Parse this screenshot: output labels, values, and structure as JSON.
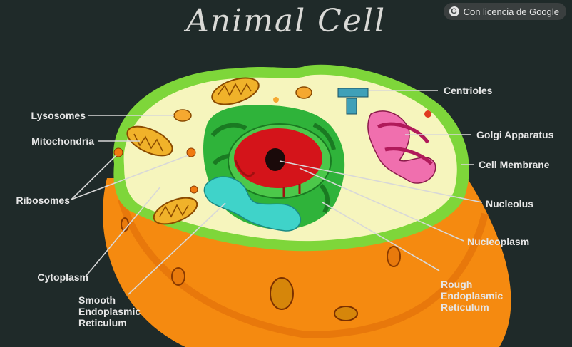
{
  "title": "Animal Cell",
  "badge": {
    "label": "Con licencia de Google",
    "icon": "google-g-icon"
  },
  "labels": {
    "lysosomes": "Lysosomes",
    "mitochondria": "Mitochondria",
    "ribosomes": "Ribosomes",
    "cytoplasm": "Cytoplasm",
    "smooth_er_1": "Smooth",
    "smooth_er_2": "Endoplasmic",
    "smooth_er_3": "Reticulum",
    "centrioles": "Centrioles",
    "golgi": "Golgi Apparatus",
    "cell_membrane": "Cell Membrane",
    "nucleolus": "Nucleolus",
    "nucleoplasm": "Nucleoplasm",
    "rough_er_1": "Rough",
    "rough_er_2": "Endoplasmic",
    "rough_er_3": "Reticulum"
  },
  "colors": {
    "background": "#1f2a29",
    "membrane": "#7ed63a",
    "cytoplasm": "#f6f5bd",
    "cell_side": "#f58a10",
    "nucleus_envelope": "#2fb33a",
    "nucleolus": "#1a0a0a",
    "nucleoplasm": "#d4141a",
    "smooth_er": "#3fd3c9",
    "golgi": "#f06fae",
    "mitochondria": "#f0b22a",
    "lysosome": "#f5a830",
    "ribosome": "#f07a10",
    "centriole": "#3fa0b8"
  }
}
